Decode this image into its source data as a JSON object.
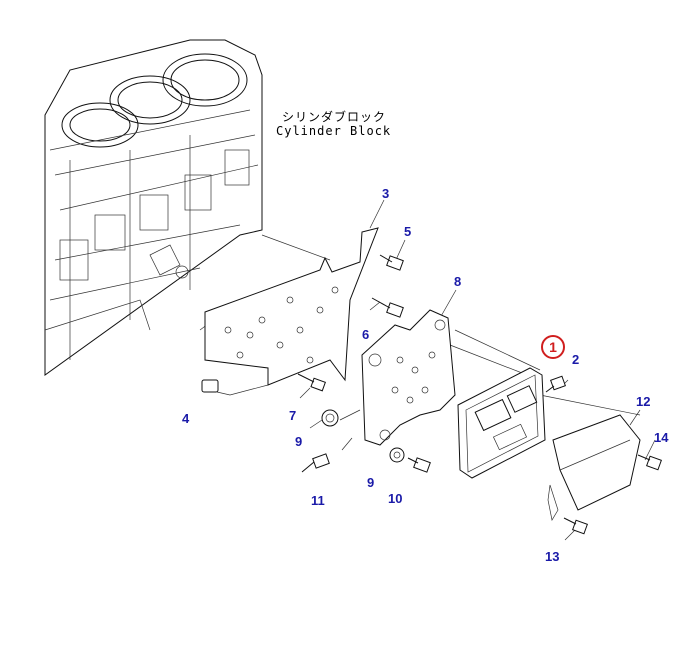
{
  "labels": {
    "cylinder_block_jp": "シリンダブロック",
    "cylinder_block_en": "Cylinder Block"
  },
  "highlighted_part": "1",
  "callouts": [
    "2",
    "3",
    "4",
    "5",
    "6",
    "7",
    "8",
    "9",
    "9",
    "10",
    "11",
    "12",
    "13",
    "14"
  ],
  "colors": {
    "callout": "#1a1aa8",
    "highlight": "#d01e1e",
    "line": "#111111"
  }
}
